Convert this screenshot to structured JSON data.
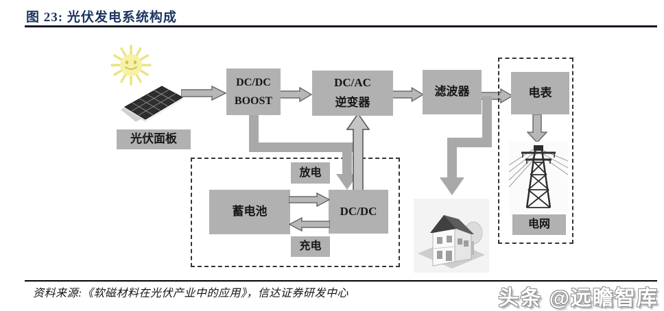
{
  "header": {
    "title": "图 23:  光伏发电系统构成"
  },
  "diagram": {
    "pv_panel": {
      "label": "光伏面板"
    },
    "boost": {
      "line1": "DC/DC",
      "line2": "BOOST"
    },
    "inverter": {
      "line1": "DC/AC",
      "line2": "逆变器"
    },
    "filter": {
      "label": "滤波器"
    },
    "meter": {
      "label": "电表"
    },
    "grid": {
      "label": "电网"
    },
    "storage": {
      "battery": "蓄电池",
      "dcdc": "DC/DC",
      "discharge": "放电",
      "charge": "充电"
    }
  },
  "footer": {
    "source": "资料来源:《软磁材料在光伏产业中的应用》，信达证券研发中心",
    "watermark": "头条 @远瞻智库"
  },
  "colors": {
    "title": "#1c3560",
    "box_fill": "#b1b1b1",
    "connector_gray": "#a9a9a9",
    "arrow_fill": "#b7b7b7",
    "arrow_outline": "#6b6b6b",
    "dashed_border": "#333333"
  }
}
